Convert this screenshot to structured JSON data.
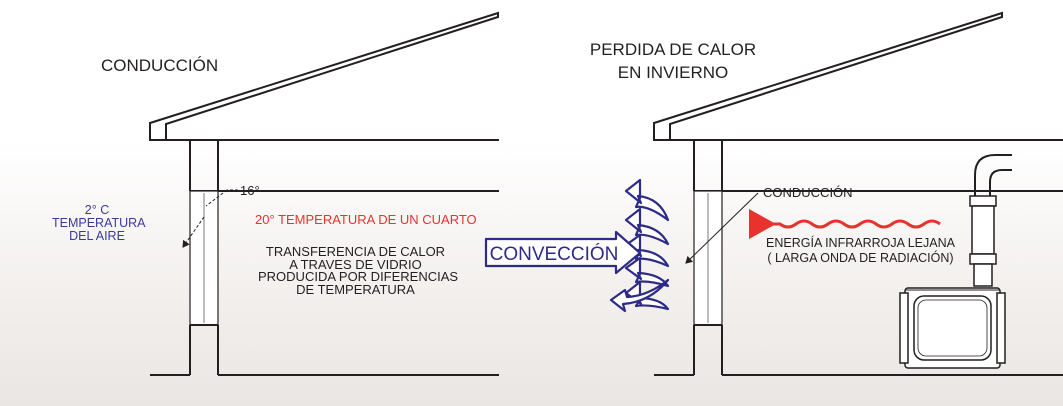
{
  "titles": {
    "left": "CONDUCCIÓN",
    "right_line1": "PERDIDA DE CALOR",
    "right_line2": "EN INVIERNO"
  },
  "left_scene": {
    "glass_temp": "16°",
    "outside_temp": "2° C",
    "outside_label_1": "TEMPERATURA",
    "outside_label_2": "DEL AIRE",
    "room_temp": "20° TEMPERATURA DE UN CUARTO",
    "transfer_1": "TRANSFERENCIA DE CALOR",
    "transfer_2": "A TRAVES DE VIDRIO",
    "transfer_3": "PRODUCIDA POR DIFERENCIAS",
    "transfer_4": "DE TEMPERATURA"
  },
  "center": {
    "convection_label": "CONVECCIÓN"
  },
  "right_scene": {
    "conduction": "CONDUCCIÓN",
    "energy_1": "ENERGÍA INFRARROJA LEJANA",
    "energy_2": "( LARGA ONDA DE RADIACIÓN)"
  },
  "colors": {
    "line": "#231f20",
    "blue_text": "#3b3b9a",
    "red_text": "#e8322e",
    "convection_blue": "#2e2b88",
    "wave_red": "#e8322e"
  }
}
